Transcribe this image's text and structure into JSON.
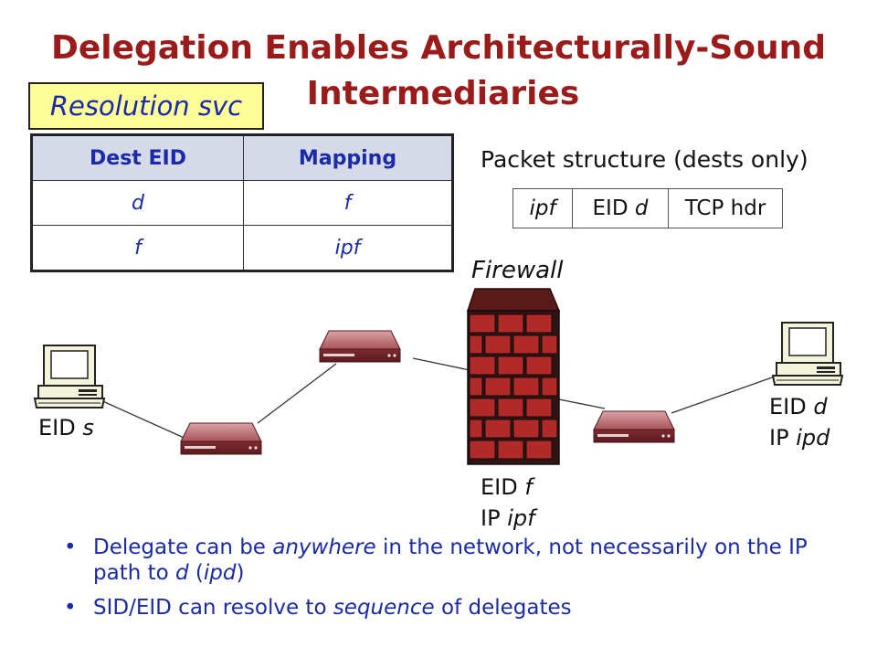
{
  "title": {
    "line1": "Delegation Enables Architecturally-Sound",
    "line2": "Intermediaries"
  },
  "resolution": {
    "label": "Resolution svc",
    "headers": [
      "Dest EID",
      "Mapping"
    ],
    "rows": [
      [
        "d",
        "f"
      ],
      [
        "f",
        "ipf"
      ]
    ]
  },
  "packet": {
    "title": "Packet structure (dests only)",
    "field1": "ipf",
    "field2_prefix": "EID ",
    "field2_var": "d",
    "field3": "TCP hdr"
  },
  "nodes": {
    "firewall_label": "Firewall",
    "source": {
      "eid_prefix": "EID ",
      "eid_var": "s"
    },
    "dest": {
      "eid_prefix": "EID ",
      "eid_var": "d",
      "ip_prefix": "IP ",
      "ip_var": "ipd"
    },
    "firewall": {
      "eid_prefix": "EID ",
      "eid_var": "f",
      "ip_prefix": "IP ",
      "ip_var": "ipf"
    }
  },
  "bullets": [
    {
      "t1": "Delegate can be ",
      "i1": "anywhere",
      "t2": " in the network, not necessarily on the IP path to ",
      "i2": "d",
      "t3": " (",
      "i3": "ipd",
      "t4": ")"
    },
    {
      "t1": "SID/EID can resolve to ",
      "i1": "sequence",
      "t2": " of delegates"
    }
  ],
  "colors": {
    "title": "#9b1b1b",
    "text_blue": "#1a2aa8",
    "highlight": "#ffff99",
    "brick": "#b02a2a",
    "router": "#8a2e33"
  },
  "icons": [
    "computer-icon",
    "router-icon",
    "firewall-icon"
  ]
}
